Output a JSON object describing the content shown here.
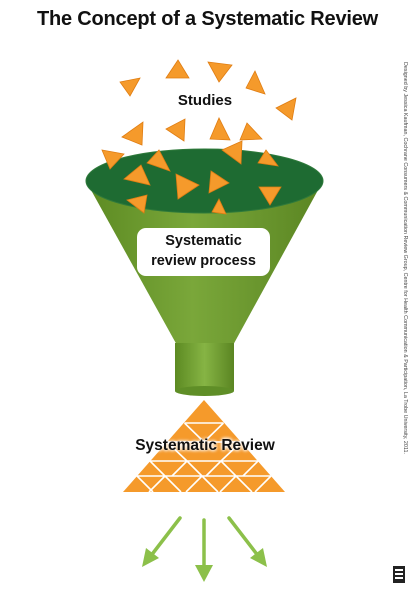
{
  "title": "The Concept of a Systematic Review",
  "labels": {
    "studies": "Studies",
    "process_line1": "Systematic",
    "process_line2": "review process",
    "review": "Systematic Review"
  },
  "credit": "Designed by Jessica Kaufman, Cochrane Consumers & Communication Review Group, Centre for Health Communication & Participation, La Trobe University, 2011.",
  "colors": {
    "triangle_fill": "#f59a2b",
    "funnel_green": "#6d9a2e",
    "funnel_mouth": "#1e6b32",
    "arrow_green": "#8cc04a"
  }
}
